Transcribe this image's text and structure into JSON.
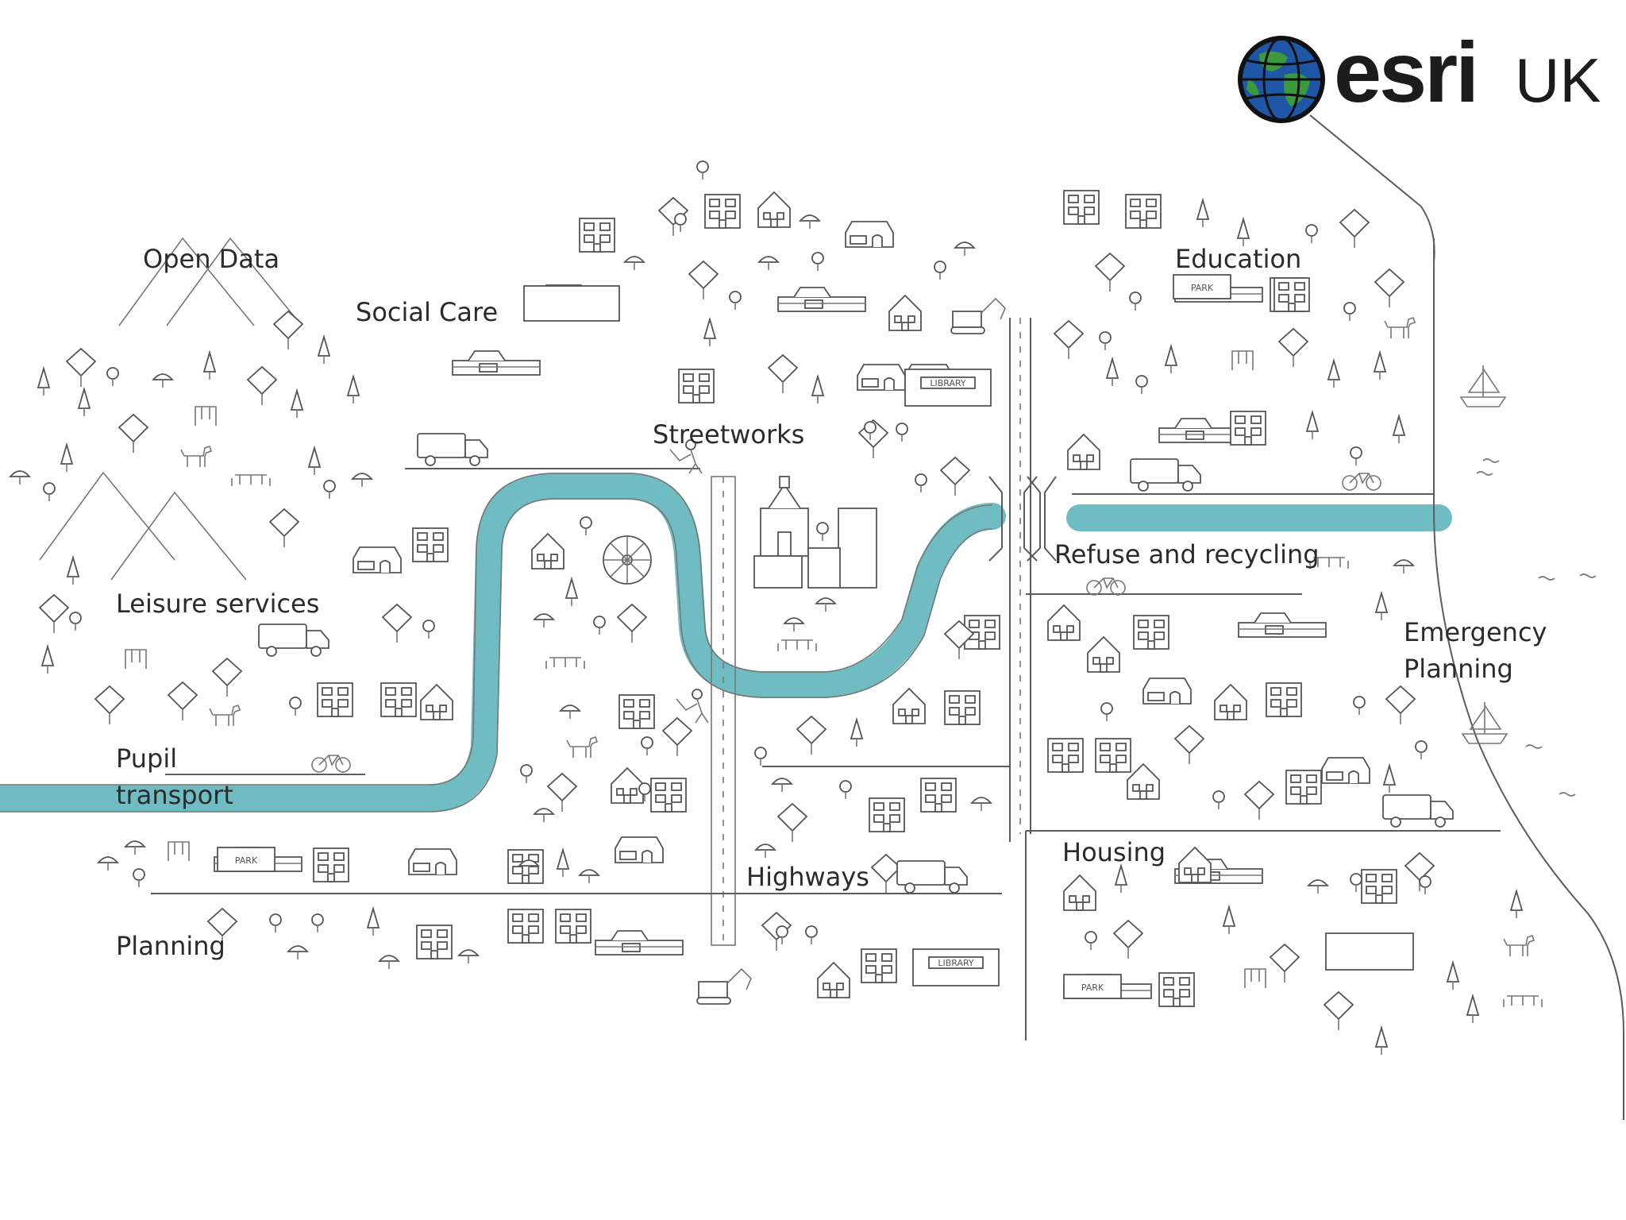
{
  "brand": {
    "word": "esri",
    "suffix": "UK",
    "globe_icon": "globe-icon",
    "colors": {
      "river": "#6fbdc3",
      "ink": "#555555",
      "text": "#2b2b2b",
      "globe_green": "#3a9a3c",
      "globe_blue": "#1f57a6"
    }
  },
  "labels": {
    "open_data": "Open Data",
    "social_care": "Social Care",
    "streetworks": "Streetworks",
    "education": "Education",
    "leisure_services": "Leisure services",
    "refuse_and_recycling": "Refuse and recycling",
    "emergency_planning": "Emergency Planning",
    "pupil_transport": "Pupil transport",
    "highways": "Highways",
    "housing": "Housing",
    "planning": "Planning"
  },
  "signs": {
    "park": "PARK",
    "library": "LIBRARY"
  },
  "icons": [
    "globe-icon",
    "house-icon",
    "tree-icon",
    "truck-icon",
    "bicycle-icon",
    "sailboat-icon",
    "dog-icon",
    "excavator-icon",
    "ferris-wheel-icon",
    "worker-icon",
    "church-icon",
    "swing-icon",
    "bench-icon",
    "umbrella-icon",
    "mountain-icon"
  ]
}
